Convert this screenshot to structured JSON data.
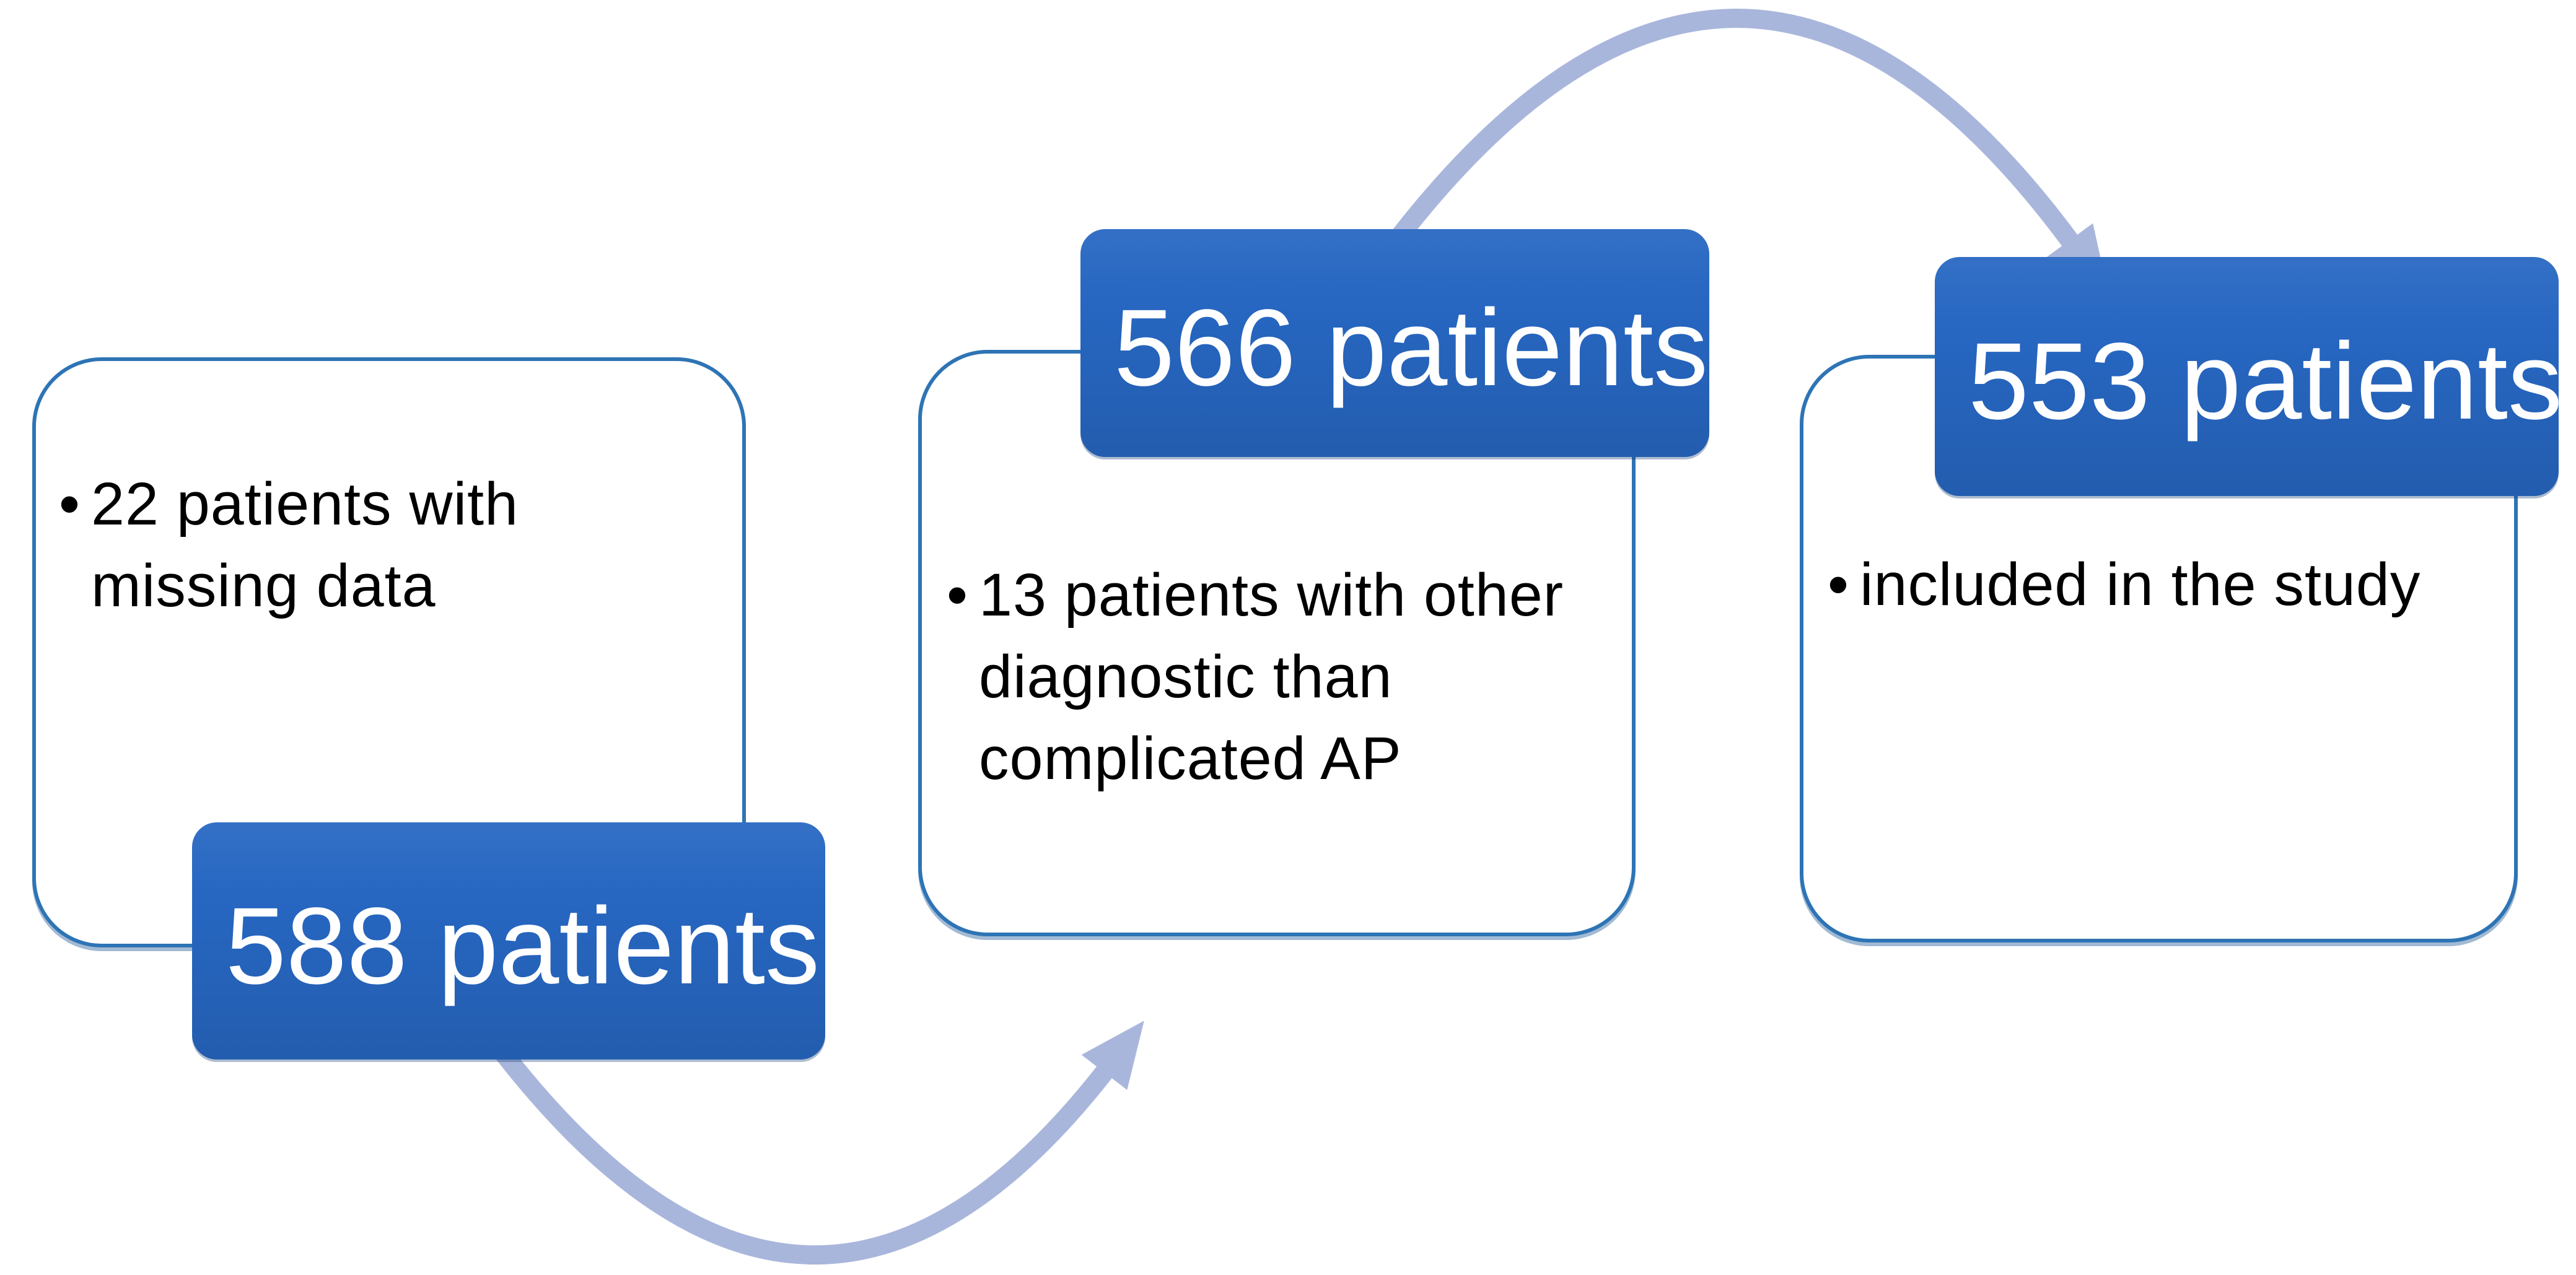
{
  "figure": {
    "type": "patient-flow-diagram",
    "direction": "left-to-right"
  },
  "bullet_glyph": "•",
  "nodes": [
    {
      "id": "step-1",
      "box_label": "588 patients",
      "callout_lines": [
        "22 patients with",
        "missing data"
      ]
    },
    {
      "id": "step-2",
      "box_label": "566 patients",
      "callout_lines": [
        "13 patients with other",
        "diagnostic than",
        "complicated AP"
      ]
    },
    {
      "id": "step-3",
      "box_label": "553 patients",
      "callout_lines": [
        "included in the study"
      ]
    }
  ],
  "arrows": [
    {
      "from": "step-1",
      "to": "step-2",
      "shape": "curve-below",
      "icon": "curved-arrow-up-right"
    },
    {
      "from": "step-2",
      "to": "step-3",
      "shape": "curve-above",
      "icon": "curved-arrow-down-right"
    }
  ],
  "colors": {
    "box_fill": "#2767C2",
    "box_text": "#FFFFFF",
    "container_border": "#2E74B5",
    "arrow": "#A9B6DC",
    "callout_text": "#000000",
    "background": "#FFFFFF"
  }
}
